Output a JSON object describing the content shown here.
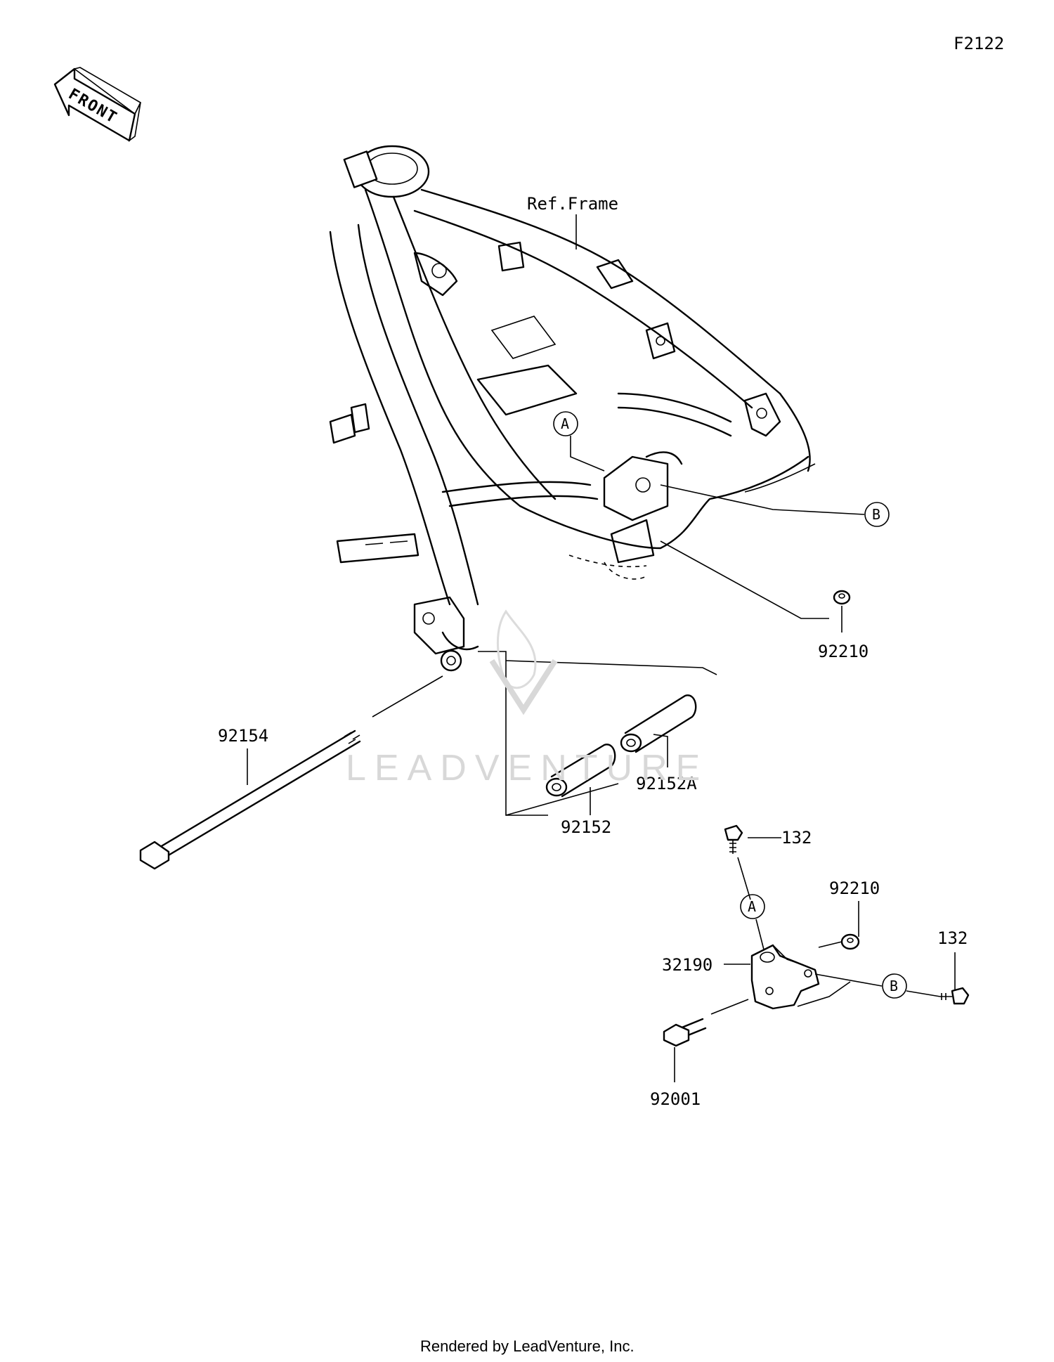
{
  "diagram_code": "F2122",
  "front_arrow_label": "FRONT",
  "frame_ref_label": "Ref.Frame",
  "watermark": "LEADVENTURE",
  "footer": "Rendered by LeadVenture, Inc.",
  "callouts": {
    "a": "A",
    "b": "B"
  },
  "parts": [
    {
      "number": "92210"
    },
    {
      "number": "92154"
    },
    {
      "number": "92152A"
    },
    {
      "number": "92152"
    },
    {
      "number": "132"
    },
    {
      "number": "92210"
    },
    {
      "number": "132"
    },
    {
      "number": "32190"
    },
    {
      "number": "92001"
    }
  ]
}
